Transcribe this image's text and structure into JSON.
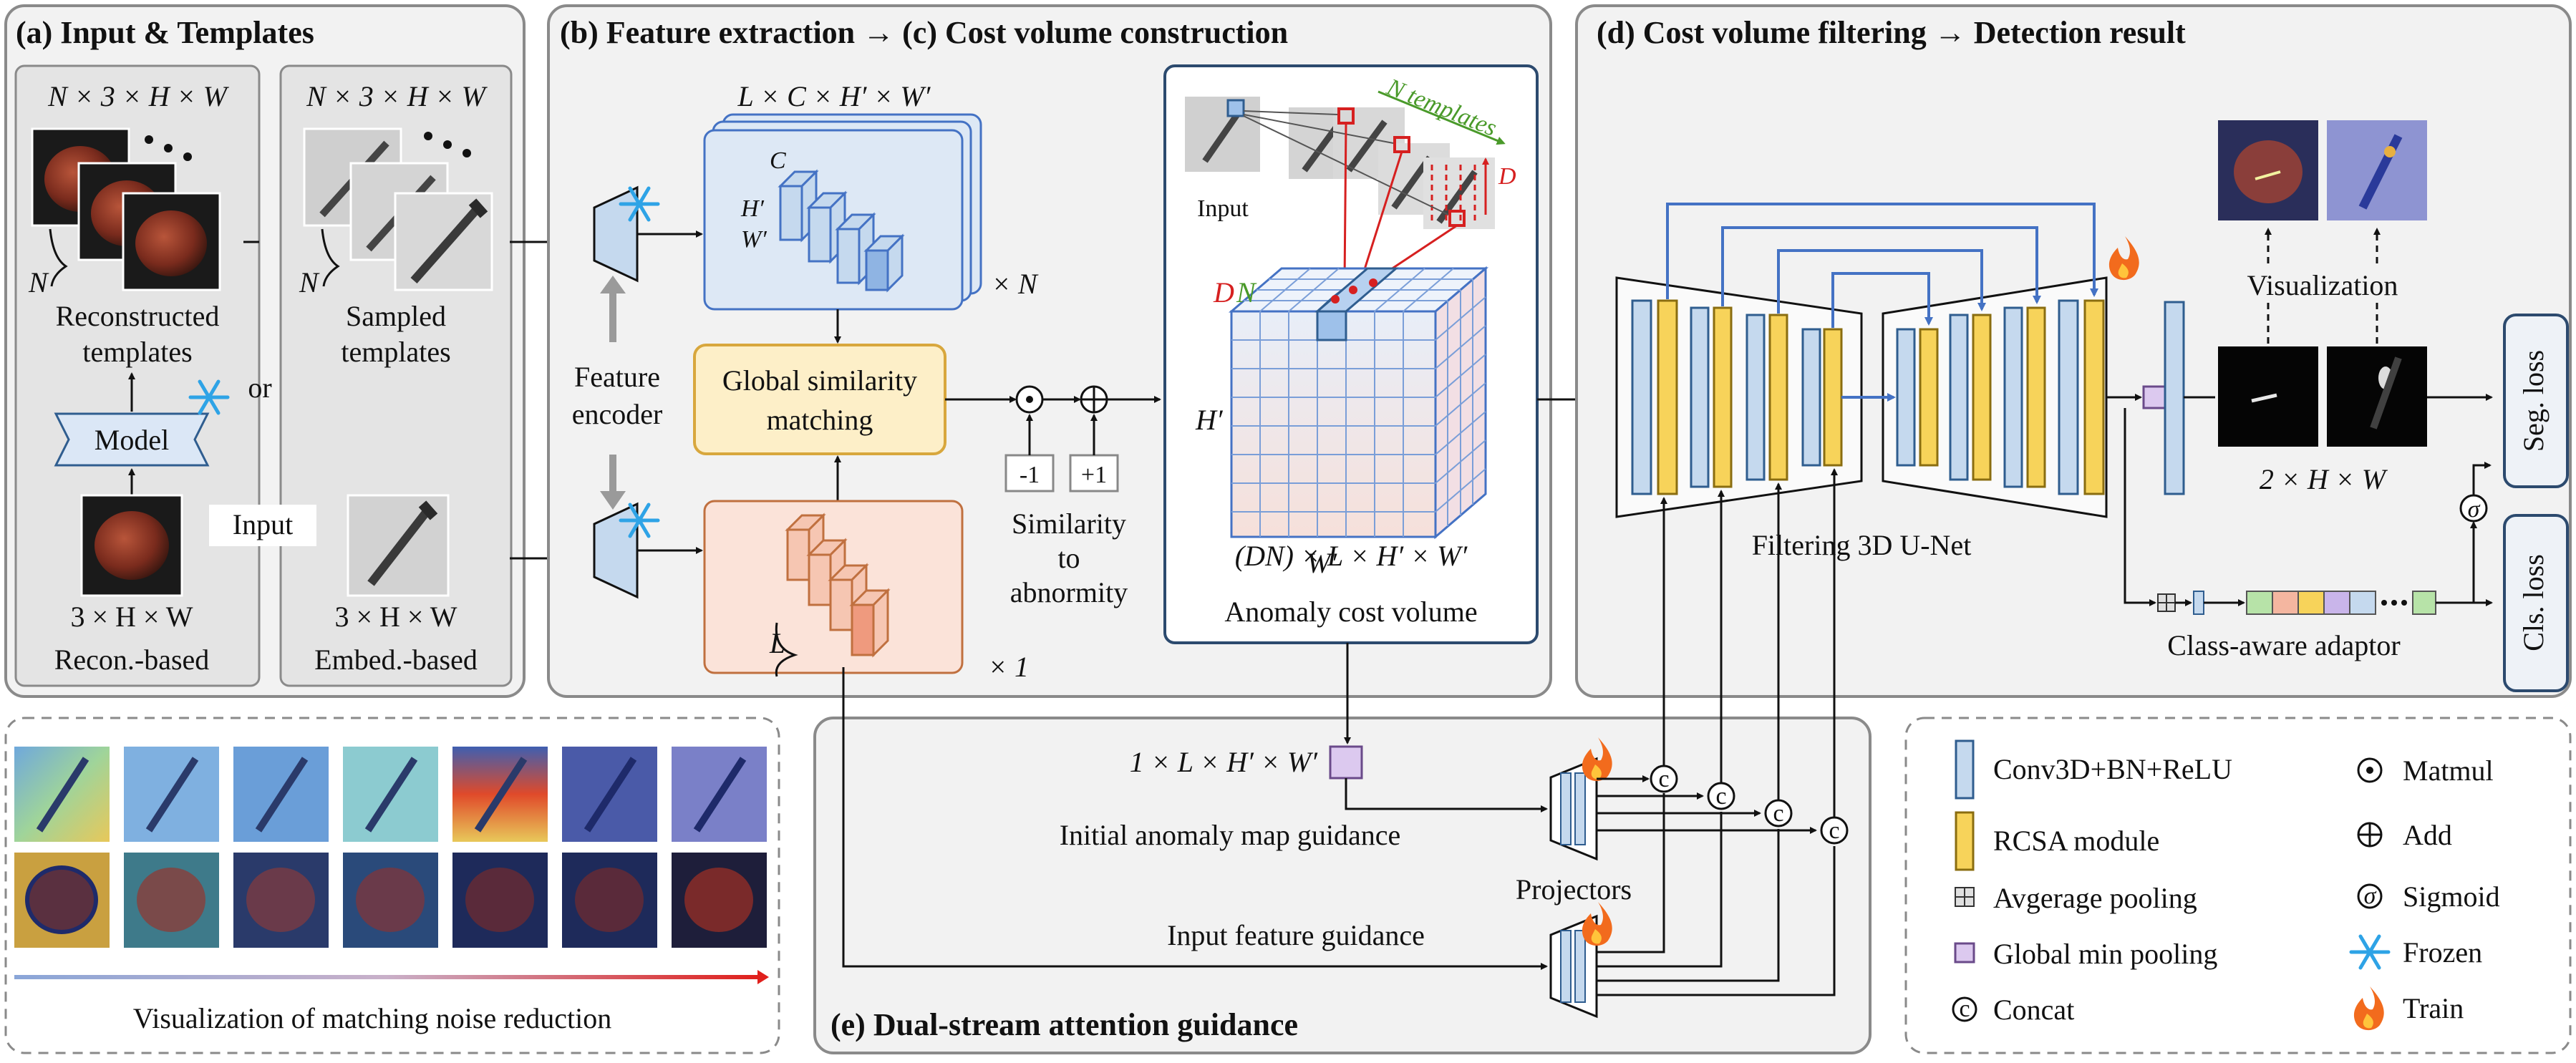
{
  "panels": {
    "a_title": "(a) Input & Templates",
    "bc_title": "(b) Feature extraction → (c) Cost volume construction",
    "d_title": "(d) Cost volume filtering → Detection result",
    "e_title": "(e) Dual-stream attention guidance"
  },
  "input_templates": {
    "dim_recon_top": "N × 3 × H × W",
    "dim_embed_top": "N × 3 × H × W",
    "n_recon": "N",
    "n_embed": "N",
    "recon_templates_line1": "Reconstructed",
    "recon_templates_line2": "templates",
    "sampled_templates_line1": "Sampled",
    "sampled_templates_line2": "templates",
    "or_label": "or",
    "model_label": "Model",
    "input_label": "Input",
    "dim_recon_bottom": "3 × H × W",
    "dim_embed_bottom": "3 × H × W",
    "recon_based": "Recon.-based",
    "embed_based": "Embed.-based"
  },
  "feature_extraction": {
    "feature_dims": "L × C × H′ × W′",
    "c_label": "C",
    "h_label": "H′",
    "w_label": "W′",
    "times_n": "× N",
    "times_1": "× 1",
    "l_label": "L",
    "encoder_line1": "Feature",
    "encoder_line2": "encoder",
    "gsm_line1": "Global similarity",
    "gsm_line2": "matching",
    "minus_one": "-1",
    "plus_one": "+1",
    "sim_line1": "Similarity",
    "sim_line2": "to",
    "sim_line3": "abnormity"
  },
  "cost_volume": {
    "n_templates": "N templates",
    "input_label": "Input",
    "d_label": "D",
    "dn_d": "D",
    "dn_n": "N",
    "h_label": "H′",
    "w_label": "W′",
    "dims": "(DN) × L × H′ × W′",
    "caption": "Anomaly cost volume"
  },
  "filtering": {
    "unet_label": "Filtering 3D U-Net",
    "visualization": "Visualization",
    "output_dims": "2 × H × W",
    "adaptor": "Class-aware adaptor",
    "seg_loss": "Seg. loss",
    "cls_loss": "Cls. loss",
    "sigmoid_symbol": "σ"
  },
  "guidance": {
    "map_dims": "1 × L × H′ × W′",
    "initial_guidance": "Initial anomaly map guidance",
    "projectors": "Projectors",
    "input_guidance": "Input feature guidance",
    "concat_symbol": "c"
  },
  "noise_reduction": {
    "caption": "Visualization of matching noise reduction"
  },
  "legend": {
    "conv": "Conv3D+BN+ReLU",
    "rcsa": "RCSA module",
    "avg_pool": "Avgerage pooling",
    "min_pool": "Global min pooling",
    "concat": "Concat",
    "matmul": "Matmul",
    "add": "Add",
    "sigmoid": "Sigmoid",
    "frozen": "Frozen",
    "train": "Train",
    "concat_symbol": "c",
    "sigmoid_symbol": "σ"
  },
  "colors": {
    "conv_fill": "#c5d9ee",
    "conv_stroke": "#2f5d8f",
    "rcsa_fill": "#f7d35a",
    "rcsa_stroke": "#8a6d10",
    "min_pool_fill": "#dcc9ef",
    "gsm_fill": "#fdefc8",
    "gsm_stroke": "#d8a73d",
    "feat_stroke": "#c0703f",
    "blue_stroke": "#4472c4",
    "red": "#d62020",
    "green": "#4a9a2a",
    "frozen": "#2ea3e6",
    "fire": "#f26b1d"
  }
}
